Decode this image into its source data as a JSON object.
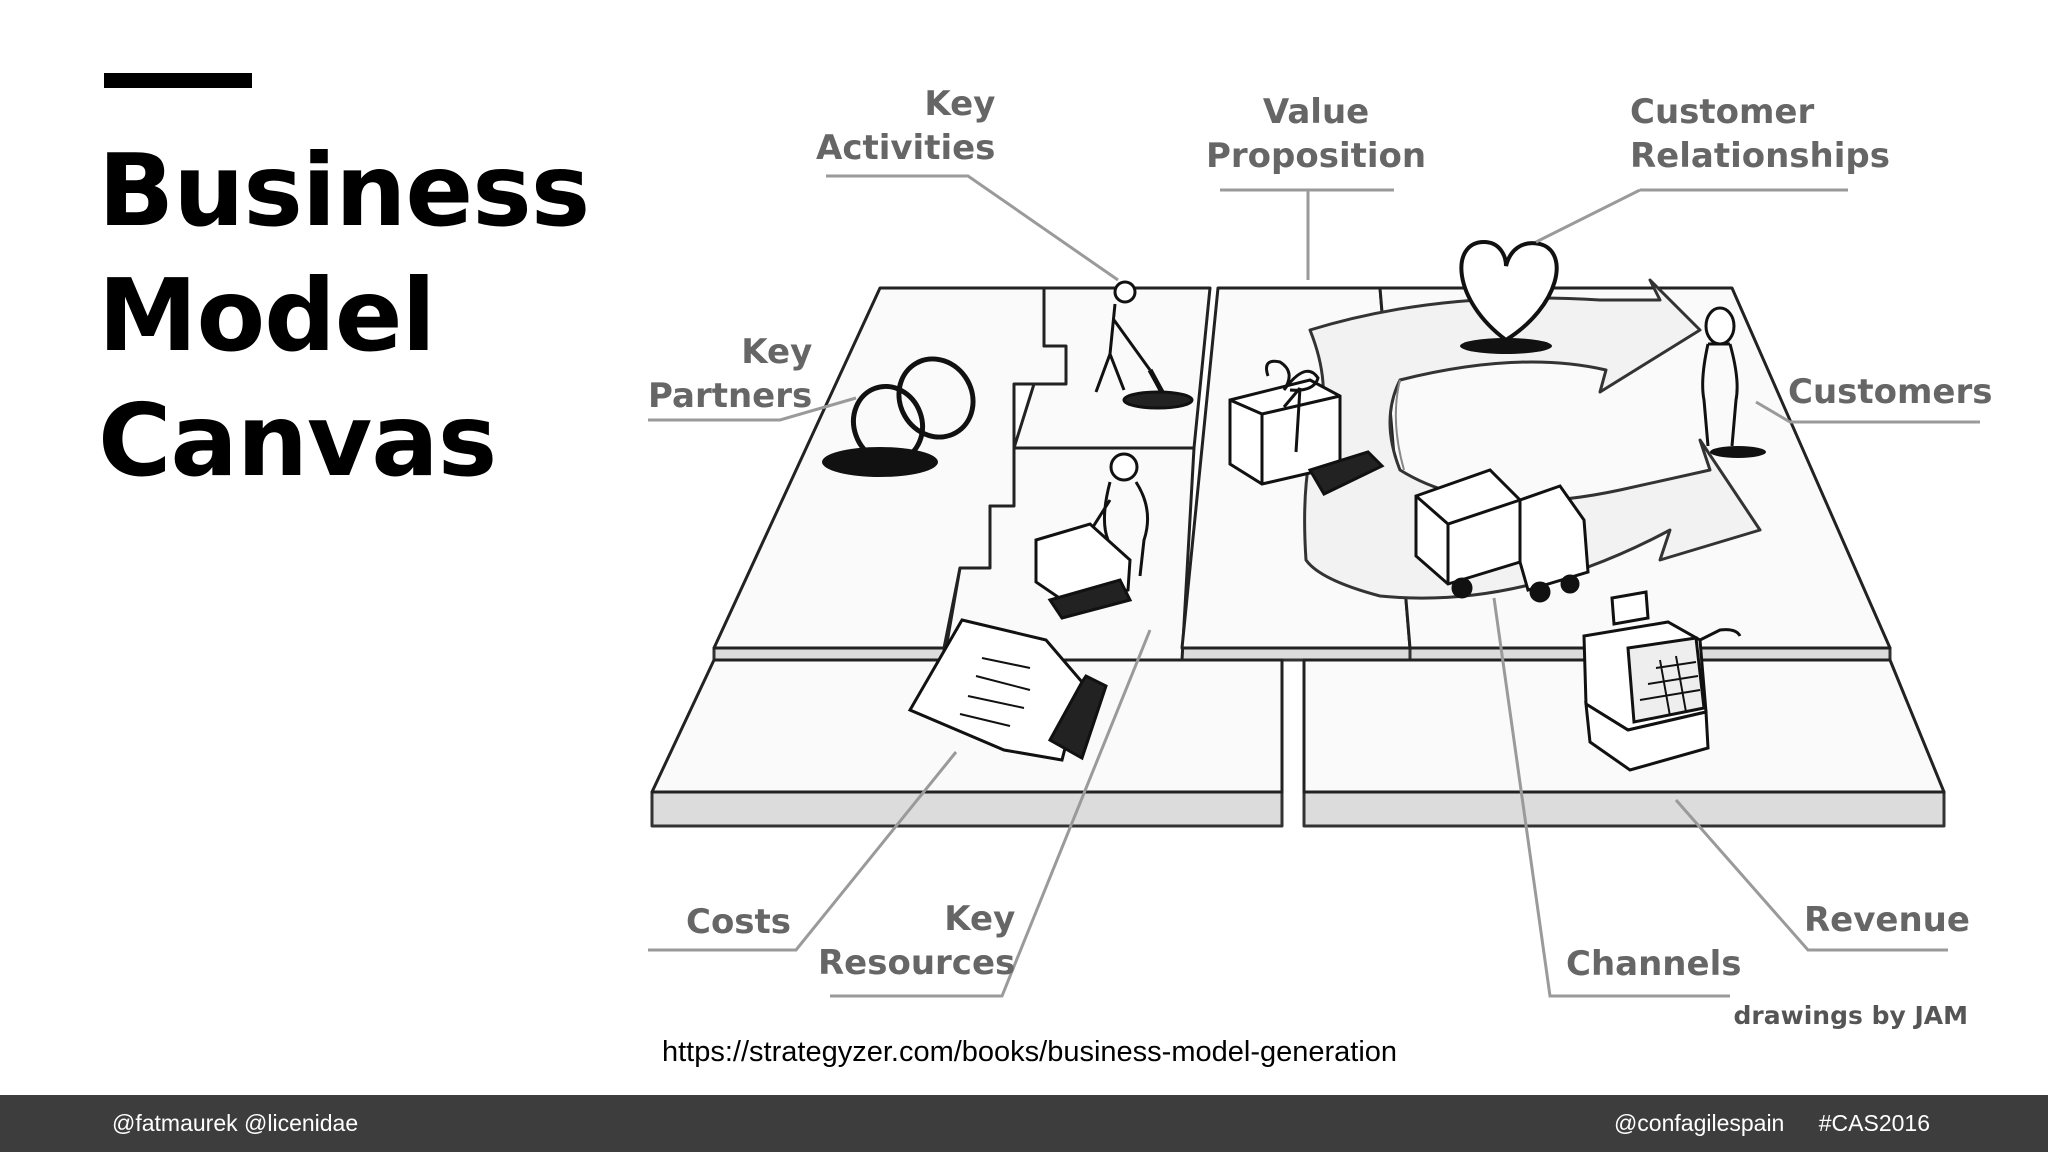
{
  "slide": {
    "title_lines": [
      "Business",
      "Model",
      "Canvas"
    ],
    "url": "https://strategyzer.com/books/business-model-generation",
    "credit": "drawings by JAM"
  },
  "labels": {
    "key_activities": [
      "Key",
      "Activities"
    ],
    "value_proposition": [
      "Value",
      "Proposition"
    ],
    "customer_relationships": [
      "Customer",
      "Relationships"
    ],
    "key_partners": [
      "Key",
      "Partners"
    ],
    "customers": "Customers",
    "costs": "Costs",
    "key_resources": [
      "Key",
      "Resources"
    ],
    "channels": "Channels",
    "revenue": "Revenue"
  },
  "footer": {
    "left": "@fatmaurek @licenidae",
    "right_handle": "@confagilespain",
    "right_tag": "#CAS2016"
  },
  "icons": [
    "rings-icon",
    "digging-person-icon",
    "gift-box-icon",
    "heart-icon",
    "person-icon",
    "worker-icon",
    "truck-icon",
    "invoice-icon",
    "cash-register-icon"
  ]
}
